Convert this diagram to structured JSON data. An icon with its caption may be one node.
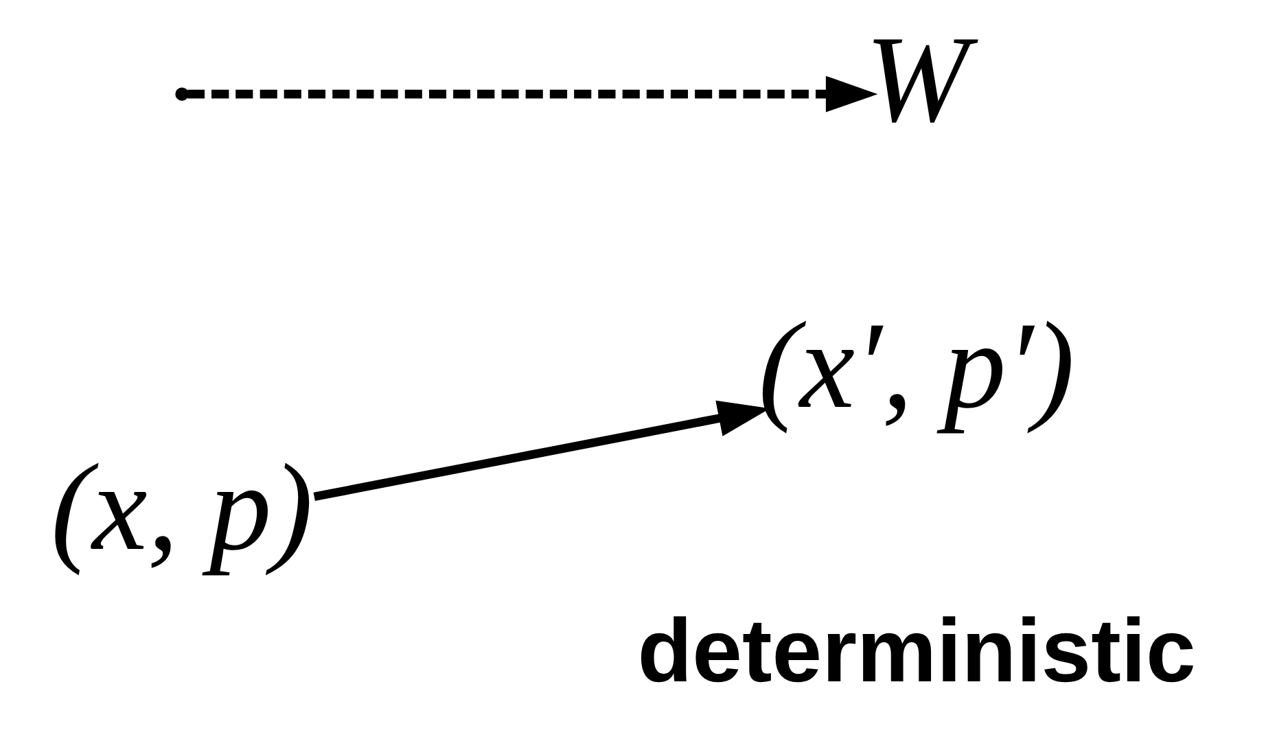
{
  "diagram": {
    "nodes": [
      {
        "text": [
          "(x, p)"
        ]
      },
      {
        "text": [
          "(x′, p′)"
        ]
      },
      {
        "text": [
          "W"
        ]
      }
    ],
    "edges": [
      {
        "from": 0,
        "to": 1,
        "arrow": "to"
      },
      {
        "from": null,
        "to": 2,
        "arrow": "to",
        "style": "dashed"
      }
    ],
    "labels": [
      "deterministic"
    ]
  }
}
